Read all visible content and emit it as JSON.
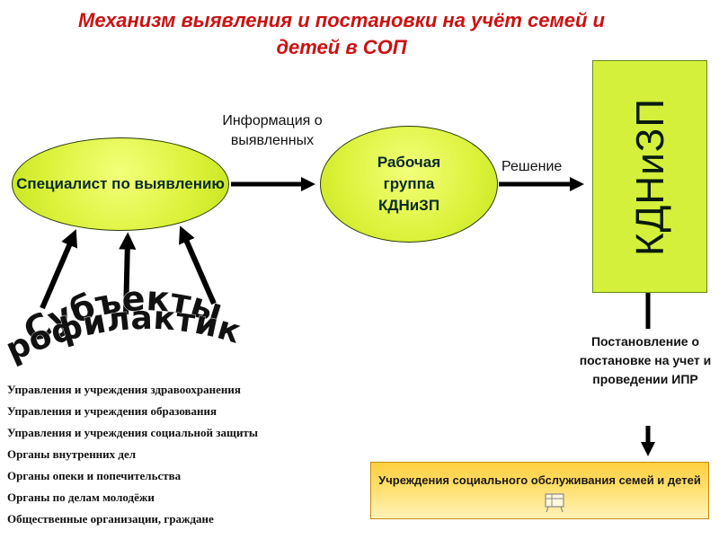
{
  "title": "Механизм выявления и постановки на учёт семей и детей в СОП",
  "nodes": {
    "specialist": "Специалист по выявлению",
    "working_group": "Рабочая группа КДНиЗП",
    "kdnizp": "КДНиЗП",
    "institutions": "Учреждения социального обслуживания семей и детей"
  },
  "edge_labels": {
    "information": "Информация о выявленных",
    "decision": "Решение",
    "resolution": "Постановление о постановке на учет  и проведении ИПР"
  },
  "subjects": {
    "line1": "Субъекты",
    "line2": "профилактики",
    "items": [
      "Управления и учреждения здравоохранения",
      "Управления и учреждения образования",
      "Управления и учреждения социальной защиты",
      "Органы внутренних дел",
      "Органы опеки и попечительства",
      "Органы по делам молодёжи",
      "Общественные организации, граждане"
    ]
  },
  "colors": {
    "title": "#cc1111",
    "node_fill": "#d4f03a",
    "institutions_fill": "#ffd54f"
  }
}
